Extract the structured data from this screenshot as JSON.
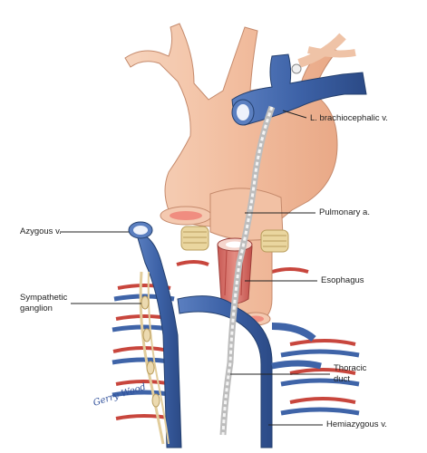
{
  "labels": {
    "brachiocephalic": "L. brachiocephalic v.",
    "azygous": "Azygous v.",
    "pulmonary": "Pulmonary a.",
    "sympathetic_line1": "Sympathetic",
    "sympathetic_line2": "ganglion",
    "esophagus": "Esophagus",
    "thoracic_line1": "Thoracic",
    "thoracic_line2": "duct",
    "hemiazygous": "Hemiazygous v."
  },
  "signature": "Gerry Wood",
  "colors": {
    "artery": "#f3c3a6",
    "vein": "#3f64a8",
    "esophagus": "#d9766f",
    "nerve": "#e9d7b0",
    "intercostal_artery": "#c8463d",
    "thoracic_duct": "#d8d8d8",
    "cartilage_ring": "#e8d49a"
  }
}
